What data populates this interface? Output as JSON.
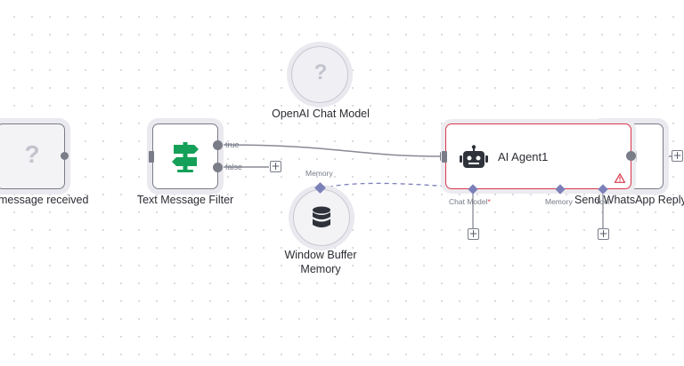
{
  "nodes": {
    "trigger": {
      "label": "message received",
      "icon": "question-icon"
    },
    "filter": {
      "label": "Text Message Filter",
      "icon": "signpost-icon",
      "true_label": "true",
      "false_label": "false"
    },
    "openai": {
      "label": "OpenAI Chat Model",
      "icon": "question-icon"
    },
    "memory": {
      "label_line1": "Window Buffer",
      "label_line2": "Memory",
      "icon": "database-icon",
      "output_label": "Memory"
    },
    "agent": {
      "label": "AI Agent1",
      "icon": "robot-icon",
      "port_chat_model": "Chat Model",
      "port_required": "*",
      "port_memory": "Memory",
      "port_tool": "Tool",
      "warning_icon": "warning-icon"
    },
    "send": {
      "label": "Send WhatsApp Reply"
    }
  },
  "plus": "+",
  "qmark": "?",
  "colors": {
    "agent_border": "#d9374b",
    "filter_icon": "#14a058",
    "memory_connection": "#7b80b8",
    "node_border": "#7a7d88"
  }
}
